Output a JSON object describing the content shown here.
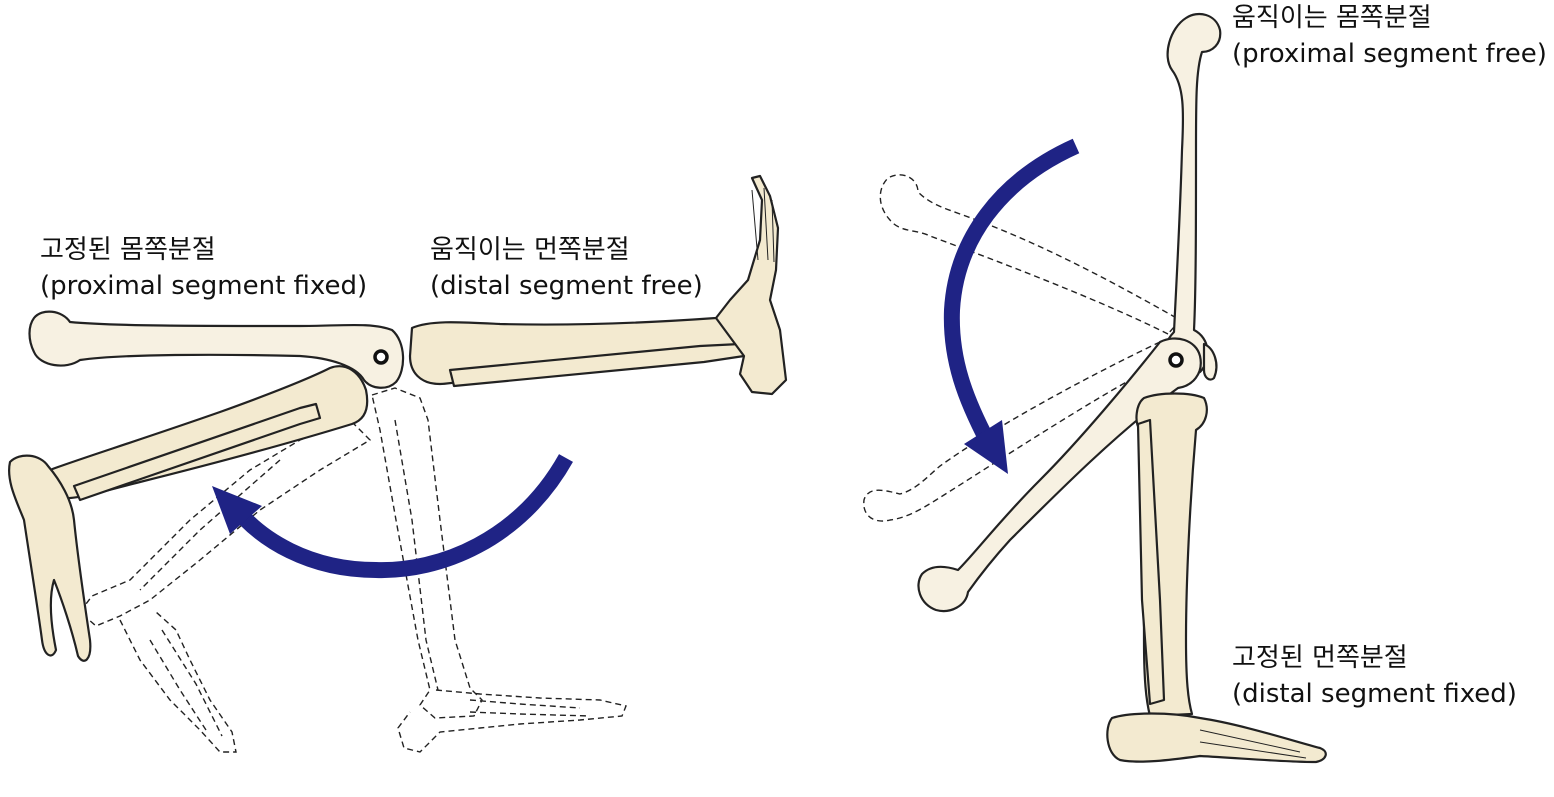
{
  "labels": {
    "left_proximal_ko": "고정된 몸쪽분절",
    "left_proximal_en": "(proximal segment fixed)",
    "left_distal_ko": "움직이는 먼쪽분절",
    "left_distal_en": "(distal segment free)",
    "right_proximal_ko": "움직이는 몸쪽분절",
    "right_proximal_en": "(proximal segment free)",
    "right_distal_ko": "고정된 먼쪽분절",
    "right_distal_en": "(distal segment fixed)"
  },
  "colors": {
    "arrow": "#1f2385",
    "bone_fill": "#f3ead0",
    "outline": "#222222"
  }
}
